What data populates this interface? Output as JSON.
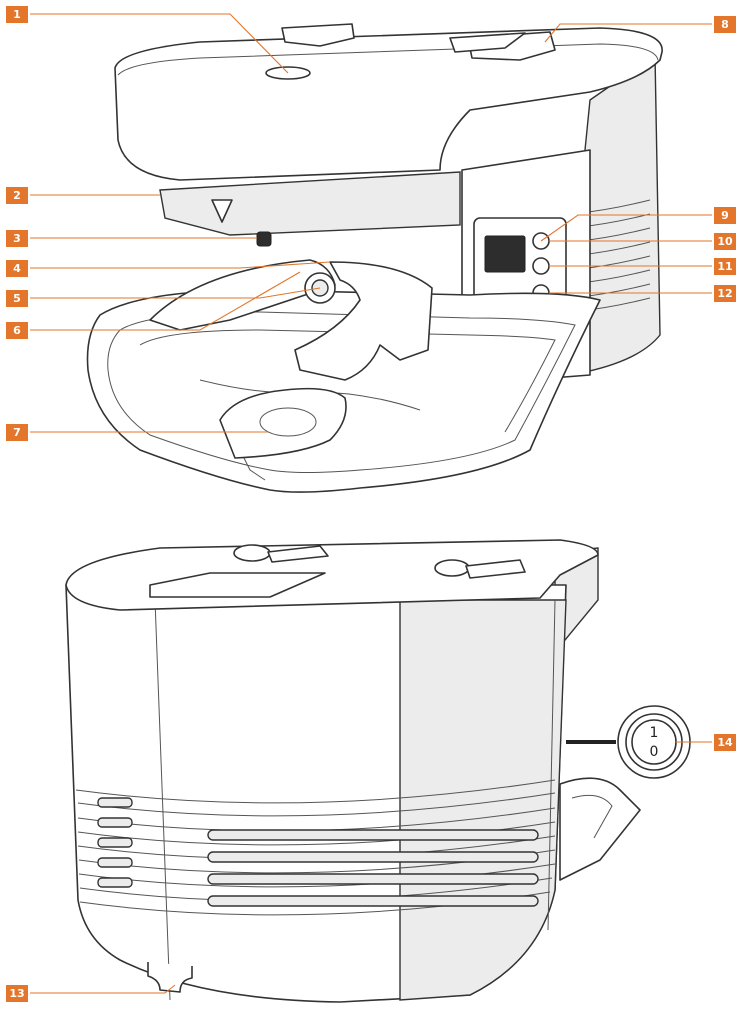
{
  "callouts": {
    "c1": "1",
    "c2": "2",
    "c3": "3",
    "c4": "4",
    "c5": "5",
    "c6": "6",
    "c7": "7",
    "c8": "8",
    "c9": "9",
    "c10": "10",
    "c11": "11",
    "c12": "12",
    "c13": "13",
    "c14": "14"
  },
  "power_switch": {
    "on_label": "1",
    "off_label": "0"
  },
  "colors": {
    "callout": "#e3762b",
    "line": "#333333",
    "shade": "#ececec"
  }
}
